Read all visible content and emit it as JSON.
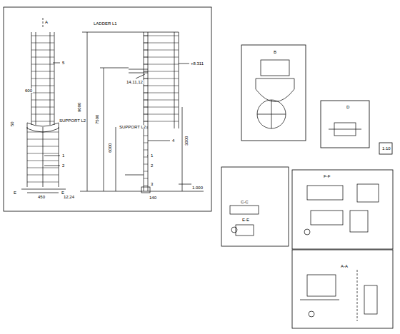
{
  "diagram": {
    "labels": [
      "A",
      "5",
      "600",
      "SUPPORT L2",
      "1",
      "2",
      "50",
      "E",
      "E",
      "450",
      "12,24",
      "LADDER L1",
      "+8.311",
      "14,11,12",
      "SUPPORT L2",
      "4",
      "1",
      "2",
      "3",
      "1.000",
      "140",
      "9000",
      "7500",
      "6000",
      "3000",
      "B",
      "D",
      "C-C",
      "E-E",
      "F-F",
      "A-A",
      "1:10"
    ]
  }
}
